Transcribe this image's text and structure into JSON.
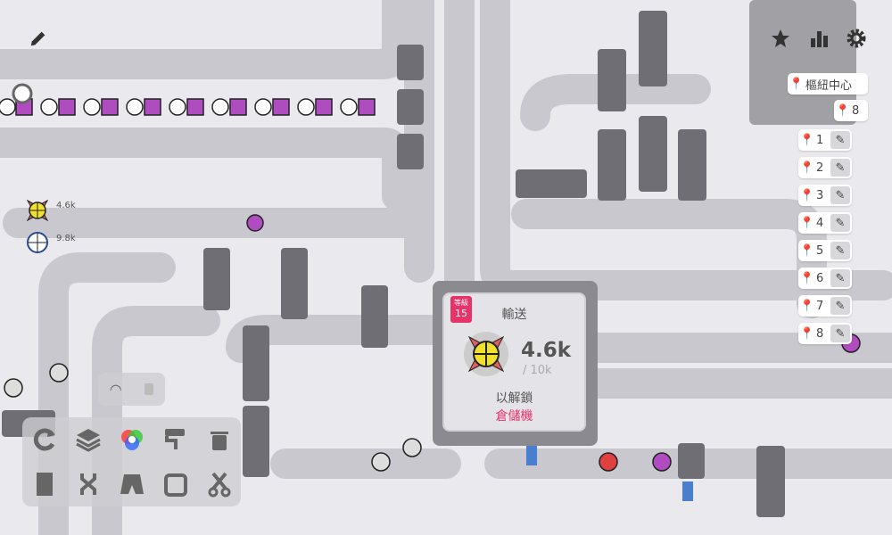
{
  "hub": {
    "level_label": "等級",
    "level": "15",
    "title": "輸送",
    "delivered": "4.6k",
    "required": "/ 10k",
    "unlock_label": "以解鎖",
    "unlock_reward": "倉儲機"
  },
  "pinned_shapes": [
    {
      "count": "4.6k"
    },
    {
      "count": "9.8k"
    }
  ],
  "waypoints": {
    "hub_label": "樞紐中心",
    "count": "8",
    "items": [
      "1",
      "2",
      "3",
      "4",
      "5",
      "6",
      "7",
      "8"
    ]
  },
  "top_right": [
    "star-icon",
    "statistics-icon",
    "settings-icon"
  ],
  "toolbar": [
    "rotater",
    "stacker",
    "mixer",
    "painter",
    "trash",
    "storage",
    "balancer",
    "tunnel",
    "filter",
    "cutter"
  ],
  "colors": {
    "accent": "#e8336a",
    "belt": "#d2d2d7",
    "building": "#6e6e74",
    "background": "#eaeaee"
  }
}
